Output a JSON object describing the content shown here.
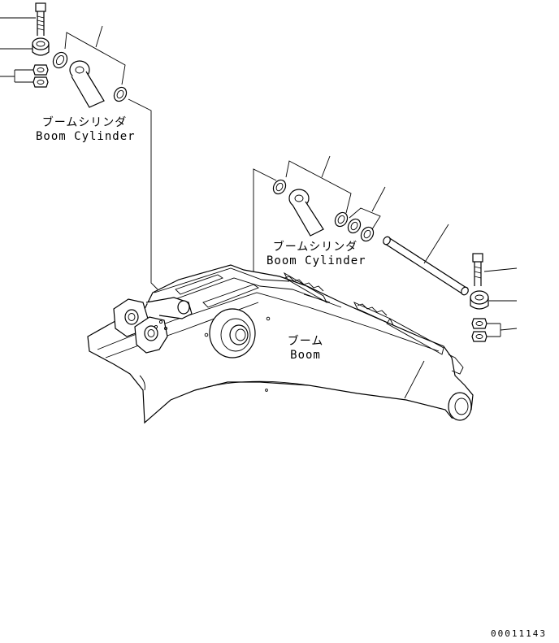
{
  "labels": {
    "boom_cylinder_top_jp": "ブームシリンダ",
    "boom_cylinder_top_en": "Boom Cylinder",
    "boom_cylinder_mid_jp": "ブームシリンダ",
    "boom_cylinder_mid_en": "Boom Cylinder",
    "boom_jp": "ブーム",
    "boom_en": "Boom"
  },
  "figure_code": "00011143"
}
